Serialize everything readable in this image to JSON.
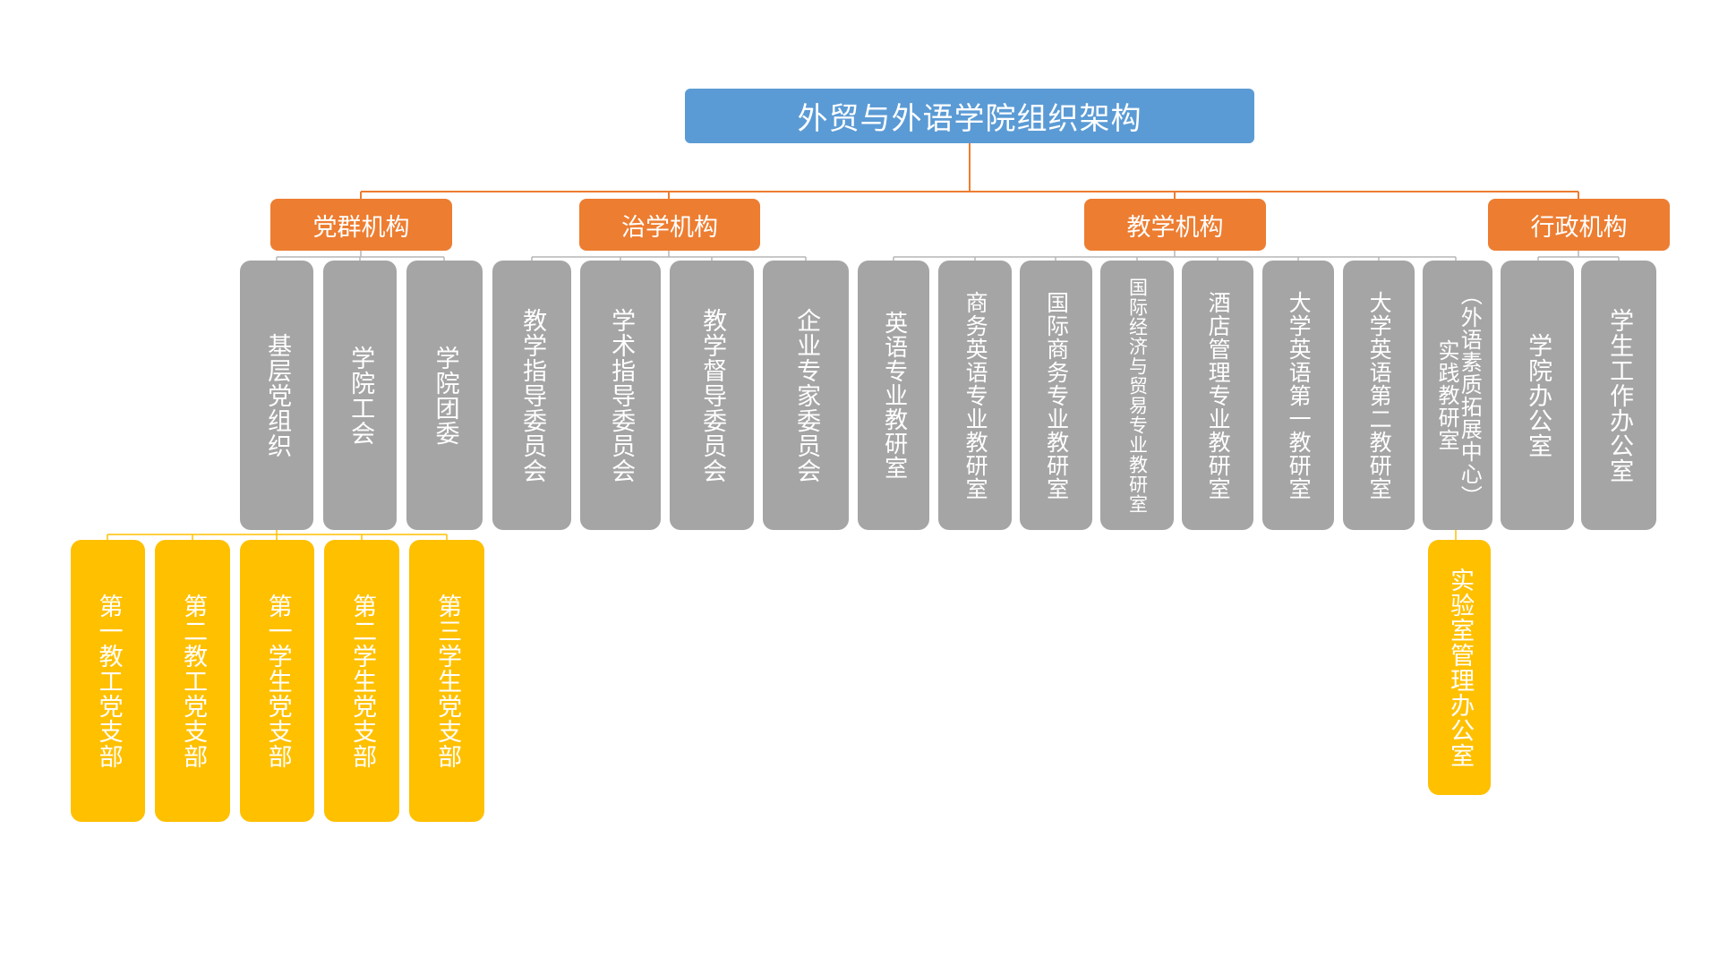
{
  "root": {
    "title": "外贸与外语学院组织架构"
  },
  "categories": {
    "party": "党群机构",
    "academic": "治学机构",
    "teaching": "教学机构",
    "admin": "行政机构"
  },
  "units": {
    "party": [
      "基层党组织",
      "学院工会",
      "学院团委"
    ],
    "academic": [
      "教学指导委员会",
      "学术指导委员会",
      "教学督导委员会",
      "企业专家委员会"
    ],
    "teaching": [
      "英语专业教研室",
      "商务英语专业教研室",
      "国际商务专业教研室",
      "国际经济与贸易专业教研室",
      "酒店管理专业教研室",
      "大学英语第一教研室",
      "大学英语第二教研室"
    ],
    "practice": {
      "line1": "实践教研室",
      "line2": "（外语素质拓展中心）"
    },
    "admin": [
      "学院办公室",
      "学生工作办公室"
    ]
  },
  "branches": [
    "第一教工党支部",
    "第二教工党支部",
    "第一学生党支部",
    "第二学生党支部",
    "第三学生党支部"
  ],
  "lab_office": "实验室管理办公室",
  "colors": {
    "root": "#5b9bd5",
    "category": "#ed7d31",
    "unit": "#a5a5a5",
    "subunit": "#ffc000",
    "connector_main": "#ed7d31",
    "connector_minor": "#b5b5b5"
  }
}
